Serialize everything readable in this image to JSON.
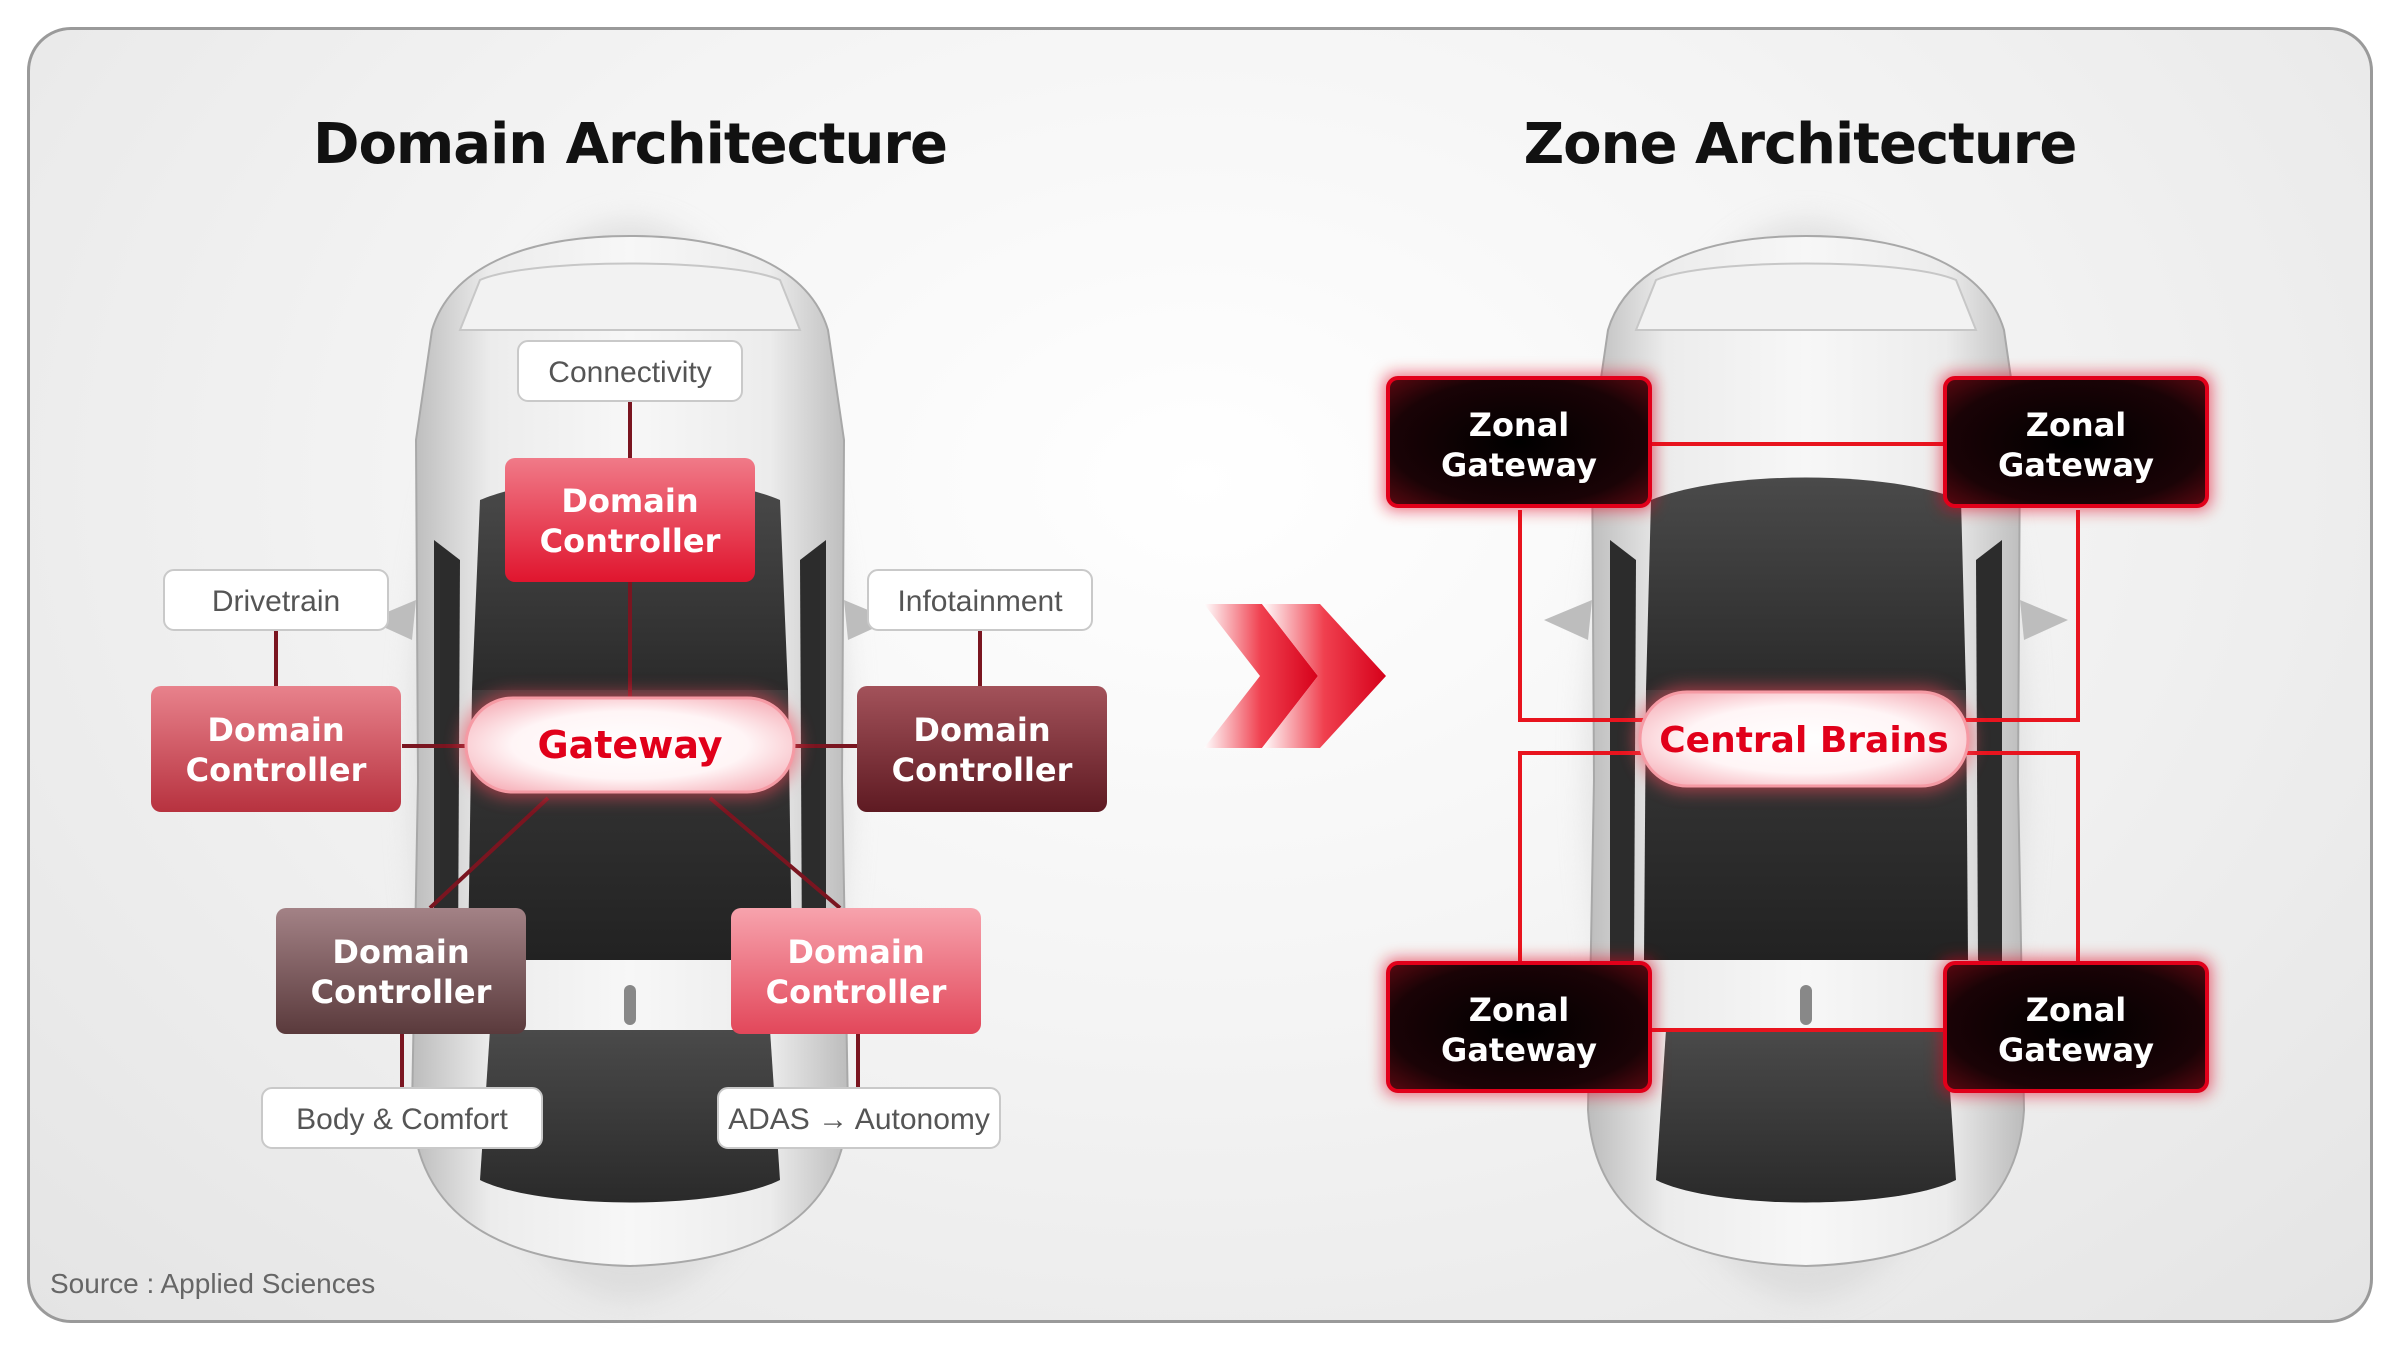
{
  "left": {
    "title": "Domain Architecture",
    "domain_controller_label": [
      "Domain",
      "Controller"
    ],
    "gateway_label": "Gateway",
    "categories": [
      "Connectivity",
      "Drivetrain",
      "Infotainment",
      "Body & Comfort",
      "ADAS → Autonomy"
    ]
  },
  "right": {
    "title": "Zone Architecture",
    "zonal_gateway_label": [
      "Zonal",
      "Gateway"
    ],
    "central_label": "Central Brains"
  },
  "source": "Source : Applied Sciences",
  "colors": {
    "accent_red": "#e1001a",
    "dark_tile": "#1a0306",
    "line_red": "#e8141e",
    "line_dark": "#7a1520"
  }
}
